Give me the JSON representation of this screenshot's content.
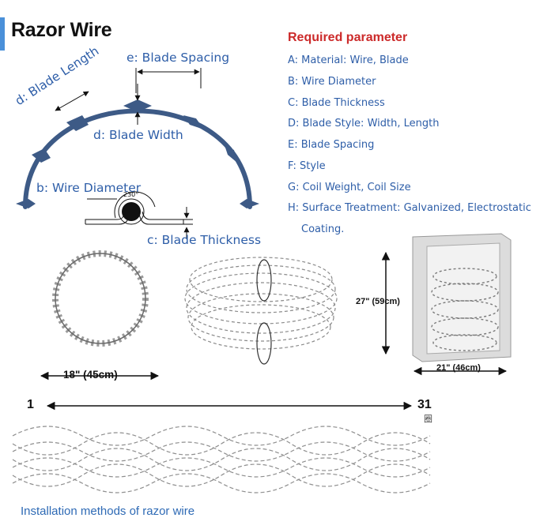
{
  "title": "Razor Wire",
  "parameters": {
    "heading": "Required parameter",
    "items": [
      "A: Material: Wire, Blade",
      "B: Wire Diameter",
      "C: Blade Thickness",
      "D: Blade Style: Width, Length",
      "E: Blade Spacing",
      "F: Style",
      "G: Coil Weight, Coil Size",
      "H: Surface Treatment: Galvanized, Electrostatic",
      "Coating."
    ]
  },
  "diagram": {
    "blade_spacing": "e: Blade Spacing",
    "blade_length": "d: Blade Length",
    "blade_width": "d: Blade Width",
    "wire_diameter": "b: Wire Diameter",
    "angle": "230°",
    "blade_thickness": "c: Blade Thickness"
  },
  "dimensions": {
    "coil_diameter": "18\" (45cm)",
    "height": "27\" (59cm)",
    "width": "21\" (46cm)"
  },
  "range": {
    "start": "1",
    "end": "31",
    "unit_glyph": "圈"
  },
  "caption": "Installation methods of razor wire",
  "colors": {
    "wire_blue": "#3d5a86",
    "label_blue": "#2e5ea8",
    "heading_red": "#cc2a2a",
    "caption_blue": "#2e6ab5"
  }
}
